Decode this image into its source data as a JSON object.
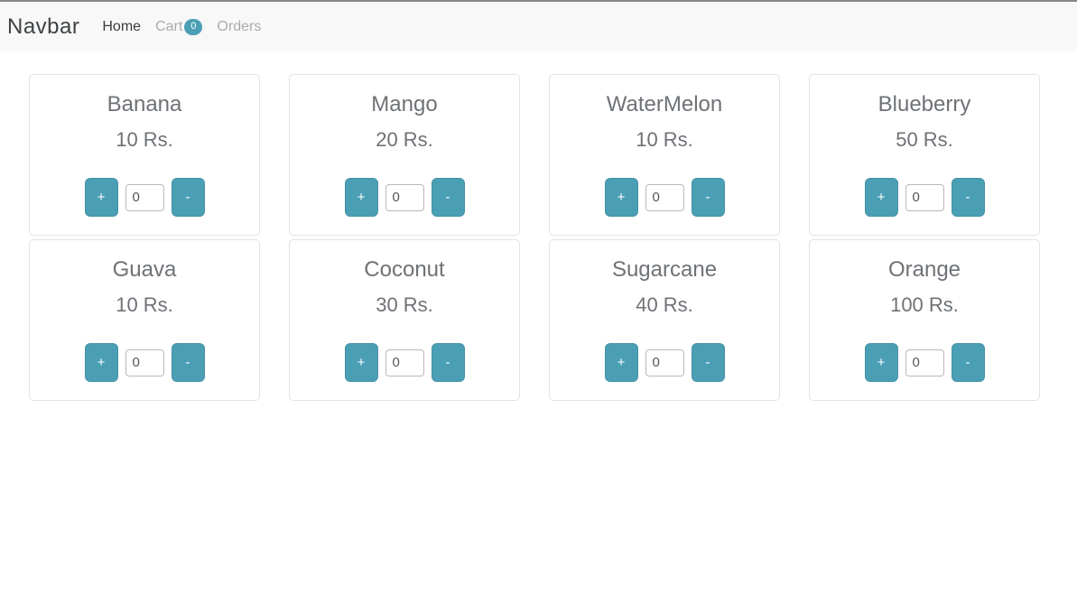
{
  "navbar": {
    "brand": "Navbar",
    "links": [
      {
        "label": "Home"
      },
      {
        "label": "Cart",
        "badge": "0"
      },
      {
        "label": "Orders"
      }
    ]
  },
  "products": [
    {
      "name": "Banana",
      "price": "10 Rs."
    },
    {
      "name": "Mango",
      "price": "20 Rs."
    },
    {
      "name": "WaterMelon",
      "price": "10 Rs."
    },
    {
      "name": "Blueberry",
      "price": "50 Rs."
    },
    {
      "name": "Guava",
      "price": "10 Rs."
    },
    {
      "name": "Coconut",
      "price": "30 Rs."
    },
    {
      "name": "Sugarcane",
      "price": "40 Rs."
    },
    {
      "name": "Orange",
      "price": "100 Rs."
    }
  ],
  "controls": {
    "increment_label": "+",
    "decrement_label": "-",
    "quantity_value": "0"
  },
  "colors": {
    "accent_teal": "#4b9fb5",
    "navbar_bg": "#f8f8f8",
    "card_text_gray": "#6e7276"
  }
}
